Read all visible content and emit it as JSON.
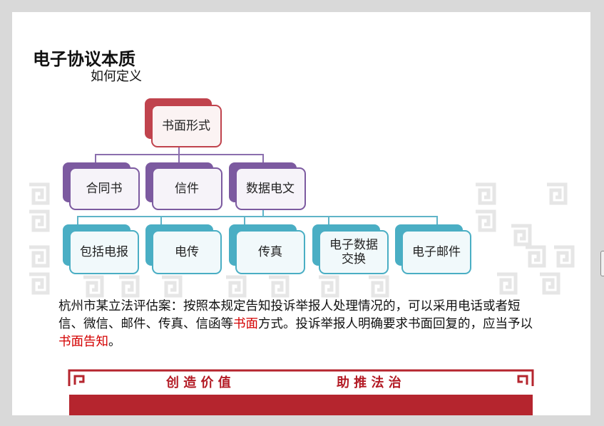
{
  "slide": {
    "title": "电子协议本质",
    "subtitle": "如何定义"
  },
  "hierarchy": {
    "root": {
      "label": "书面形式"
    },
    "level1": [
      {
        "label": "合同书"
      },
      {
        "label": "信件"
      },
      {
        "label": "数据电文"
      }
    ],
    "level2": [
      {
        "label": "包括电报"
      },
      {
        "label": "电传"
      },
      {
        "label": "传真"
      },
      {
        "label": "电子数据交换",
        "lines": [
          "电子数据",
          "交换"
        ]
      },
      {
        "label": "电子邮件"
      }
    ]
  },
  "body": {
    "part1": "杭州市某立法评估案：按照本规定告知投诉举报人处理情况的，可以采用电话或者短信、微信、邮件、传真、信函等",
    "highlight1": "书面",
    "part2": "方式。投诉举报人明确要求书面回复的，应当予以",
    "highlight2": "书面告知",
    "part3": "。"
  },
  "footer": {
    "slogan_left": "创 造 价 值",
    "slogan_right": "助 推 法 治"
  },
  "colors": {
    "root_accent": "#c0434d",
    "level1_accent": "#7c5aa0",
    "level2_accent": "#4aaec4",
    "highlight_red": "#d40000",
    "footer_red": "#b5252e"
  }
}
